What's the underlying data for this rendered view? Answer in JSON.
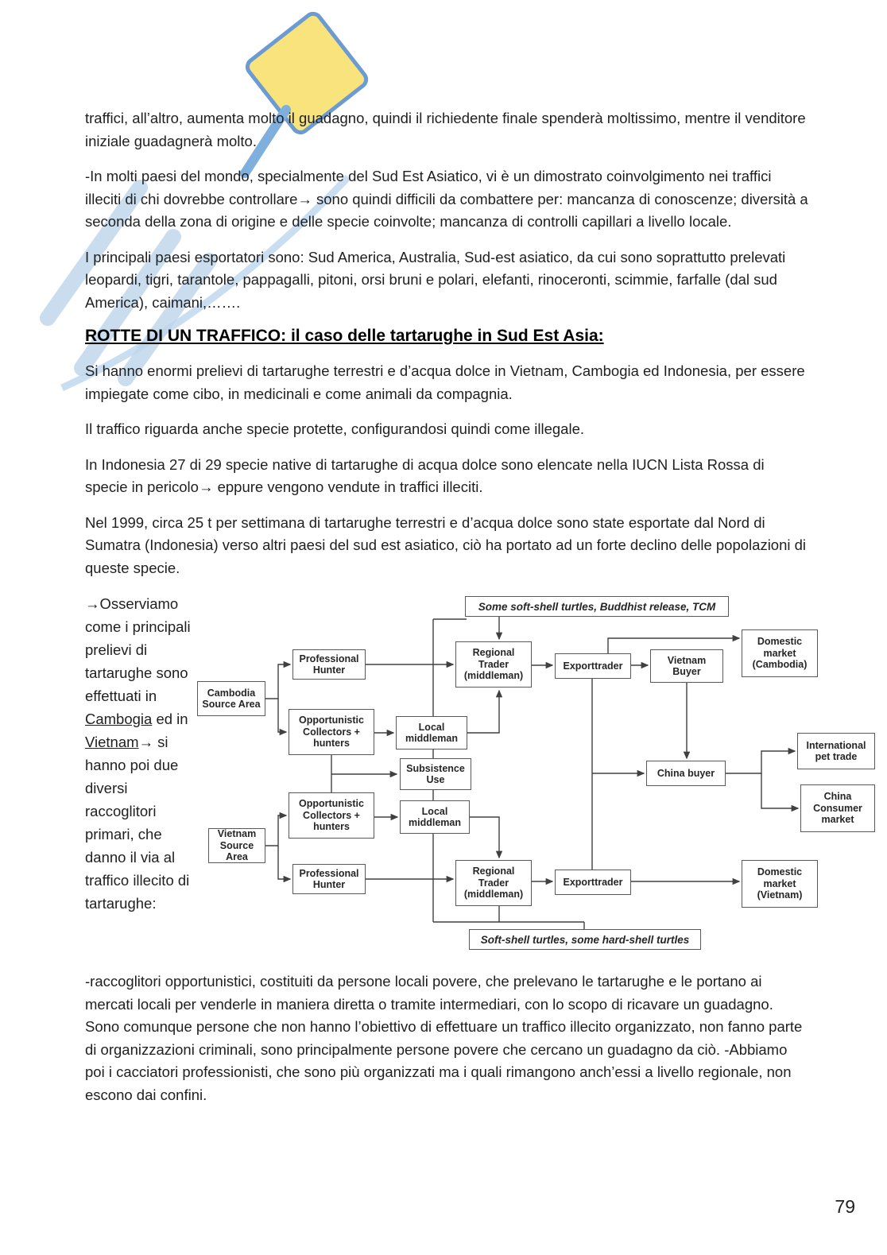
{
  "document": {
    "p1": "traffici, all’altro, aumenta molto il guadagno, quindi il richiedente finale spenderà moltissimo, mentre il venditore iniziale guadagnerà molto.",
    "p2": "-In molti paesi del mondo, specialmente del Sud Est Asiatico, vi è un dimostrato coinvolgimento nei traffici illeciti di chi dovrebbe controllare→ sono quindi difficili da combattere per: mancanza di conoscenze; diversità a seconda della zona di origine e delle specie coinvolte; mancanza di controlli capillari a livello locale.",
    "p3": "I principali paesi esportatori sono: Sud America, Australia, Sud-est asiatico, da cui sono soprattutto prelevati leopardi, tigri, tarantole, pappagalli, pitoni, orsi bruni e polari, elefanti, rinoceronti, scimmie, farfalle (dal sud America), caimani,…….",
    "heading": "ROTTE DI UN TRAFFICO: il caso delle tartarughe in Sud Est Asia:",
    "p4": "Si hanno enormi prelievi di tartarughe terrestri e d’acqua dolce in Vietnam, Cambogia ed Indonesia, per essere impiegate come cibo, in medicinali e come animali da compagnia.",
    "p5": "Il traffico riguarda anche specie protette, configurandosi quindi come illegale.",
    "p6": "In Indonesia 27 di 29 specie native di tartarughe di acqua dolce sono elencate nella IUCN Lista Rossa di specie in pericolo→ eppure vengono vendute in traffici illeciti.",
    "p7": "Nel 1999, circa 25 t per settimana di tartarughe terrestri e d’acqua dolce sono state esportate dal Nord di Sumatra (Indonesia) verso altri paesi del sud est asiatico, ciò ha portato ad un forte declino delle popolazioni di queste specie.",
    "side": {
      "s1": "→Osserviamo come i principali prelievi di tartarughe sono effettuati in ",
      "cambogia": "Cambogia",
      "s2": " ed in ",
      "vietnam": "Vietnam",
      "s3": "→ si hanno poi due diversi raccoglitori primari, che danno il via al traffico illecito di tartarughe:"
    },
    "p8": "-raccoglitori opportunistici, costituiti da persone locali povere, che prelevano le tartarughe e le portano ai mercati locali per venderle in maniera diretta o tramite intermediari, con lo scopo di ricavare un guadagno. Sono comunque persone che non hanno l’obiettivo di effettuare un traffico illecito organizzato, non fanno parte di organizzazioni criminali, sono principalmente persone povere che cercano un guadagno da ciò. -Abbiamo poi i cacciatori professionisti, che sono più organizzati ma i quali rimangono anch’essi a livello regionale, non escono dai confini.",
    "page_number": "79"
  },
  "diagram": {
    "top_label": "Some soft-shell turtles, Buddhist release, TCM",
    "bottom_label": "Soft-shell turtles, some hard-shell turtles",
    "nodes": {
      "cambodia_source": "Cambodia Source Area",
      "prof_hunter_top": "Professional Hunter",
      "opp_collectors_top": "Opportunistic Collectors + hunters",
      "local_middleman_top": "Local middleman",
      "subsistence_use": "Subsistence Use",
      "opp_collectors_bottom": "Opportunistic Collectors + hunters",
      "local_middleman_bottom": "Local middleman",
      "vietnam_source": "Vietnam Source Area",
      "prof_hunter_bottom": "Professional Hunter",
      "regional_trader_top": "Regional Trader (middleman)",
      "regional_trader_bottom": "Regional Trader (middleman)",
      "export_trader_top": "Exporttrader",
      "export_trader_bottom": "Exporttrader",
      "vietnam_buyer": "Vietnam Buyer",
      "domestic_market_cambodia": "Domestic market (Cambodia)",
      "china_buyer": "China buyer",
      "international_pet_trade": "International pet trade",
      "china_consumer_market": "China Consumer market",
      "domestic_market_vietnam": "Domestic market (Vietnam)"
    }
  }
}
